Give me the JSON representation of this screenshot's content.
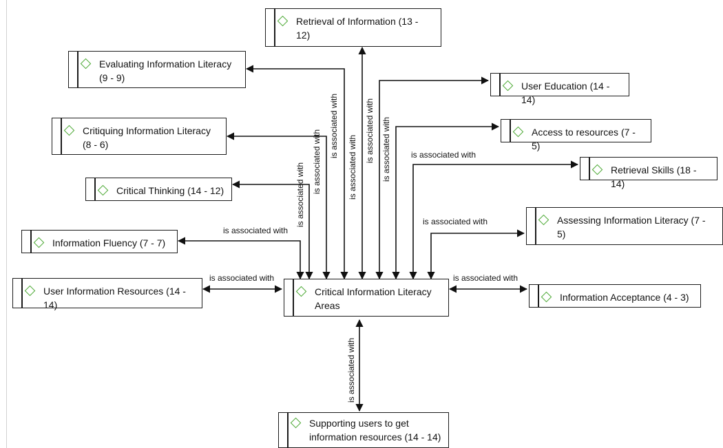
{
  "diagram": {
    "center": {
      "label": "Critical Information Literacy Areas"
    },
    "relation_label": "is associated with",
    "nodes": [
      {
        "id": "retrieval-of-information",
        "label": "Retrieval of Information (13 - 12)"
      },
      {
        "id": "evaluating-information-literacy",
        "label": "Evaluating Information Literacy (9 - 9)"
      },
      {
        "id": "user-education",
        "label": "User Education (14 - 14)"
      },
      {
        "id": "critiquing-information-literacy",
        "label": "Critiquing Information Literacy (8 - 6)"
      },
      {
        "id": "access-to-resources",
        "label": "Access to resources (7 - 5)"
      },
      {
        "id": "retrieval-skills",
        "label": "Retrieval Skills (18 - 14)"
      },
      {
        "id": "critical-thinking",
        "label": "Critical Thinking (14 - 12)"
      },
      {
        "id": "assessing-information-literacy",
        "label": "Assessing Information Literacy (7 - 5)"
      },
      {
        "id": "information-fluency",
        "label": "Information Fluency (7 - 7)"
      },
      {
        "id": "user-information-resources",
        "label": "User Information Resources (14 - 14)"
      },
      {
        "id": "information-acceptance",
        "label": "Information Acceptance (4 - 3)"
      },
      {
        "id": "supporting-users",
        "label": "Supporting users to get information resources (14 - 14)"
      }
    ],
    "colors": {
      "icon": "#4aa832",
      "border": "#1a1a1a",
      "line": "#111111"
    }
  }
}
